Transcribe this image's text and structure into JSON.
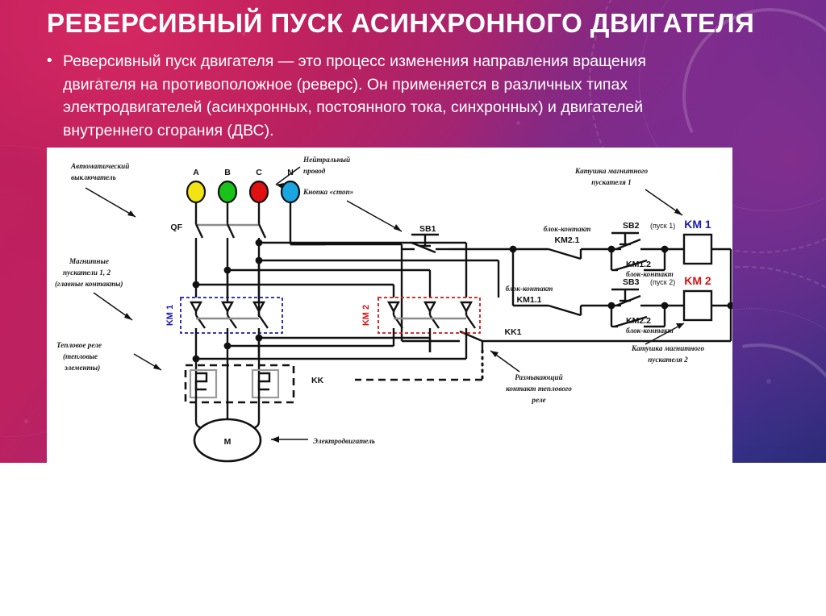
{
  "slide": {
    "title": "РЕВЕРСИВНЫЙ ПУСК АСИНХРОННОГО ДВИГАТЕЛЯ",
    "bullet_marker": "•",
    "bullets": [
      "Реверсивный пуск двигателя — это процесс изменения направления вращения двигателя на противоположное (реверс). Он применяется в различных типах электродвигателей (асинхронных, постоянного тока, синхронных) и двигателей внутреннего сгорания (ДВС)."
    ]
  },
  "colors": {
    "bg_start": "#c11f5e",
    "bg_mid": "#7c2a8f",
    "bg_end": "#232a76",
    "title_text": "#ffffff",
    "body_text": "#ffffff",
    "diagram_bg": "#ffffff",
    "km1_accent": "#1a1aaf",
    "km2_accent": "#d41414",
    "wire": "#111111",
    "phase_a": "#f2e313",
    "phase_b": "#18c218",
    "phase_c": "#e01111",
    "phase_n": "#1aa6e0"
  },
  "diagram": {
    "terminals": [
      {
        "label": "A",
        "color": "#f2e313"
      },
      {
        "label": "B",
        "color": "#18c218"
      },
      {
        "label": "C",
        "color": "#e01111"
      },
      {
        "label": "N",
        "color": "#1aa6e0"
      }
    ],
    "devices": {
      "breaker": "QF",
      "contactor1": "KM 1",
      "contactor2": "KM 2",
      "coil1": "KM 1",
      "coil2": "KM 2",
      "thermal_relay": "KK",
      "thermal_contact": "KK1",
      "motor": "M",
      "stop_button": "SB1",
      "start1_button": "SB2",
      "start1_note": "(пуск 1)",
      "start2_button": "SB3",
      "start2_note": "(пуск 2)",
      "aux_km21": "KM2.1",
      "aux_km12": "KM1.2",
      "aux_km11": "KM1.1",
      "aux_km22": "KM2.2",
      "aux_caption": "блок-контакт"
    },
    "annotations": {
      "breaker_l1": "Автоматический",
      "breaker_l2": "выключатель",
      "neutral_l1": "Нейтральный",
      "neutral_l2": "провод",
      "stop_label": "Кнопка «стоп»",
      "starters_l1": "Магнитные",
      "starters_l2": "пускатели 1, 2",
      "starters_l3": "(главные контакты)",
      "thermal_l1": "Тепловое реле",
      "thermal_l2": "(тепловые",
      "thermal_l3": "элементы)",
      "motor_label": "Электродвигатель",
      "coil1_l1": "Катушка магнитного",
      "coil1_l2": "пускателя 1",
      "coil2_l1": "Катушка магнитного",
      "coil2_l2": "пускателя 2",
      "break_contact_l1": "Размыкающий",
      "break_contact_l2": "контакт теплового",
      "break_contact_l3": "реле"
    }
  }
}
